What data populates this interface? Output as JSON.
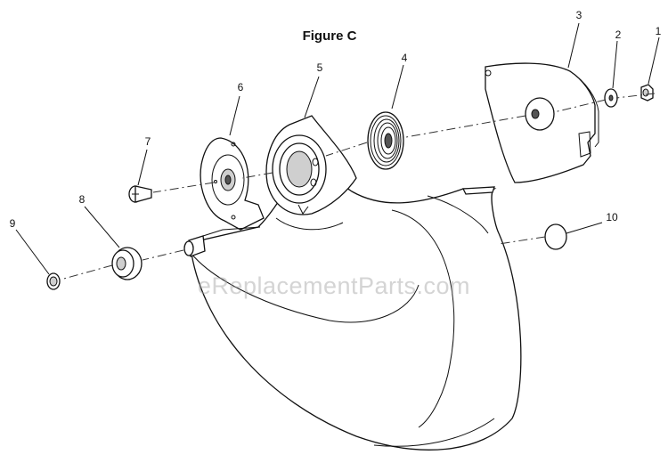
{
  "figure_title": "Figure C",
  "watermark": "eReplacementParts.com",
  "callouts": {
    "n1": "1",
    "n2": "2",
    "n3": "3",
    "n4": "4",
    "n5": "5",
    "n6": "6",
    "n7": "7",
    "n8": "8",
    "n9": "9",
    "n10": "10"
  }
}
